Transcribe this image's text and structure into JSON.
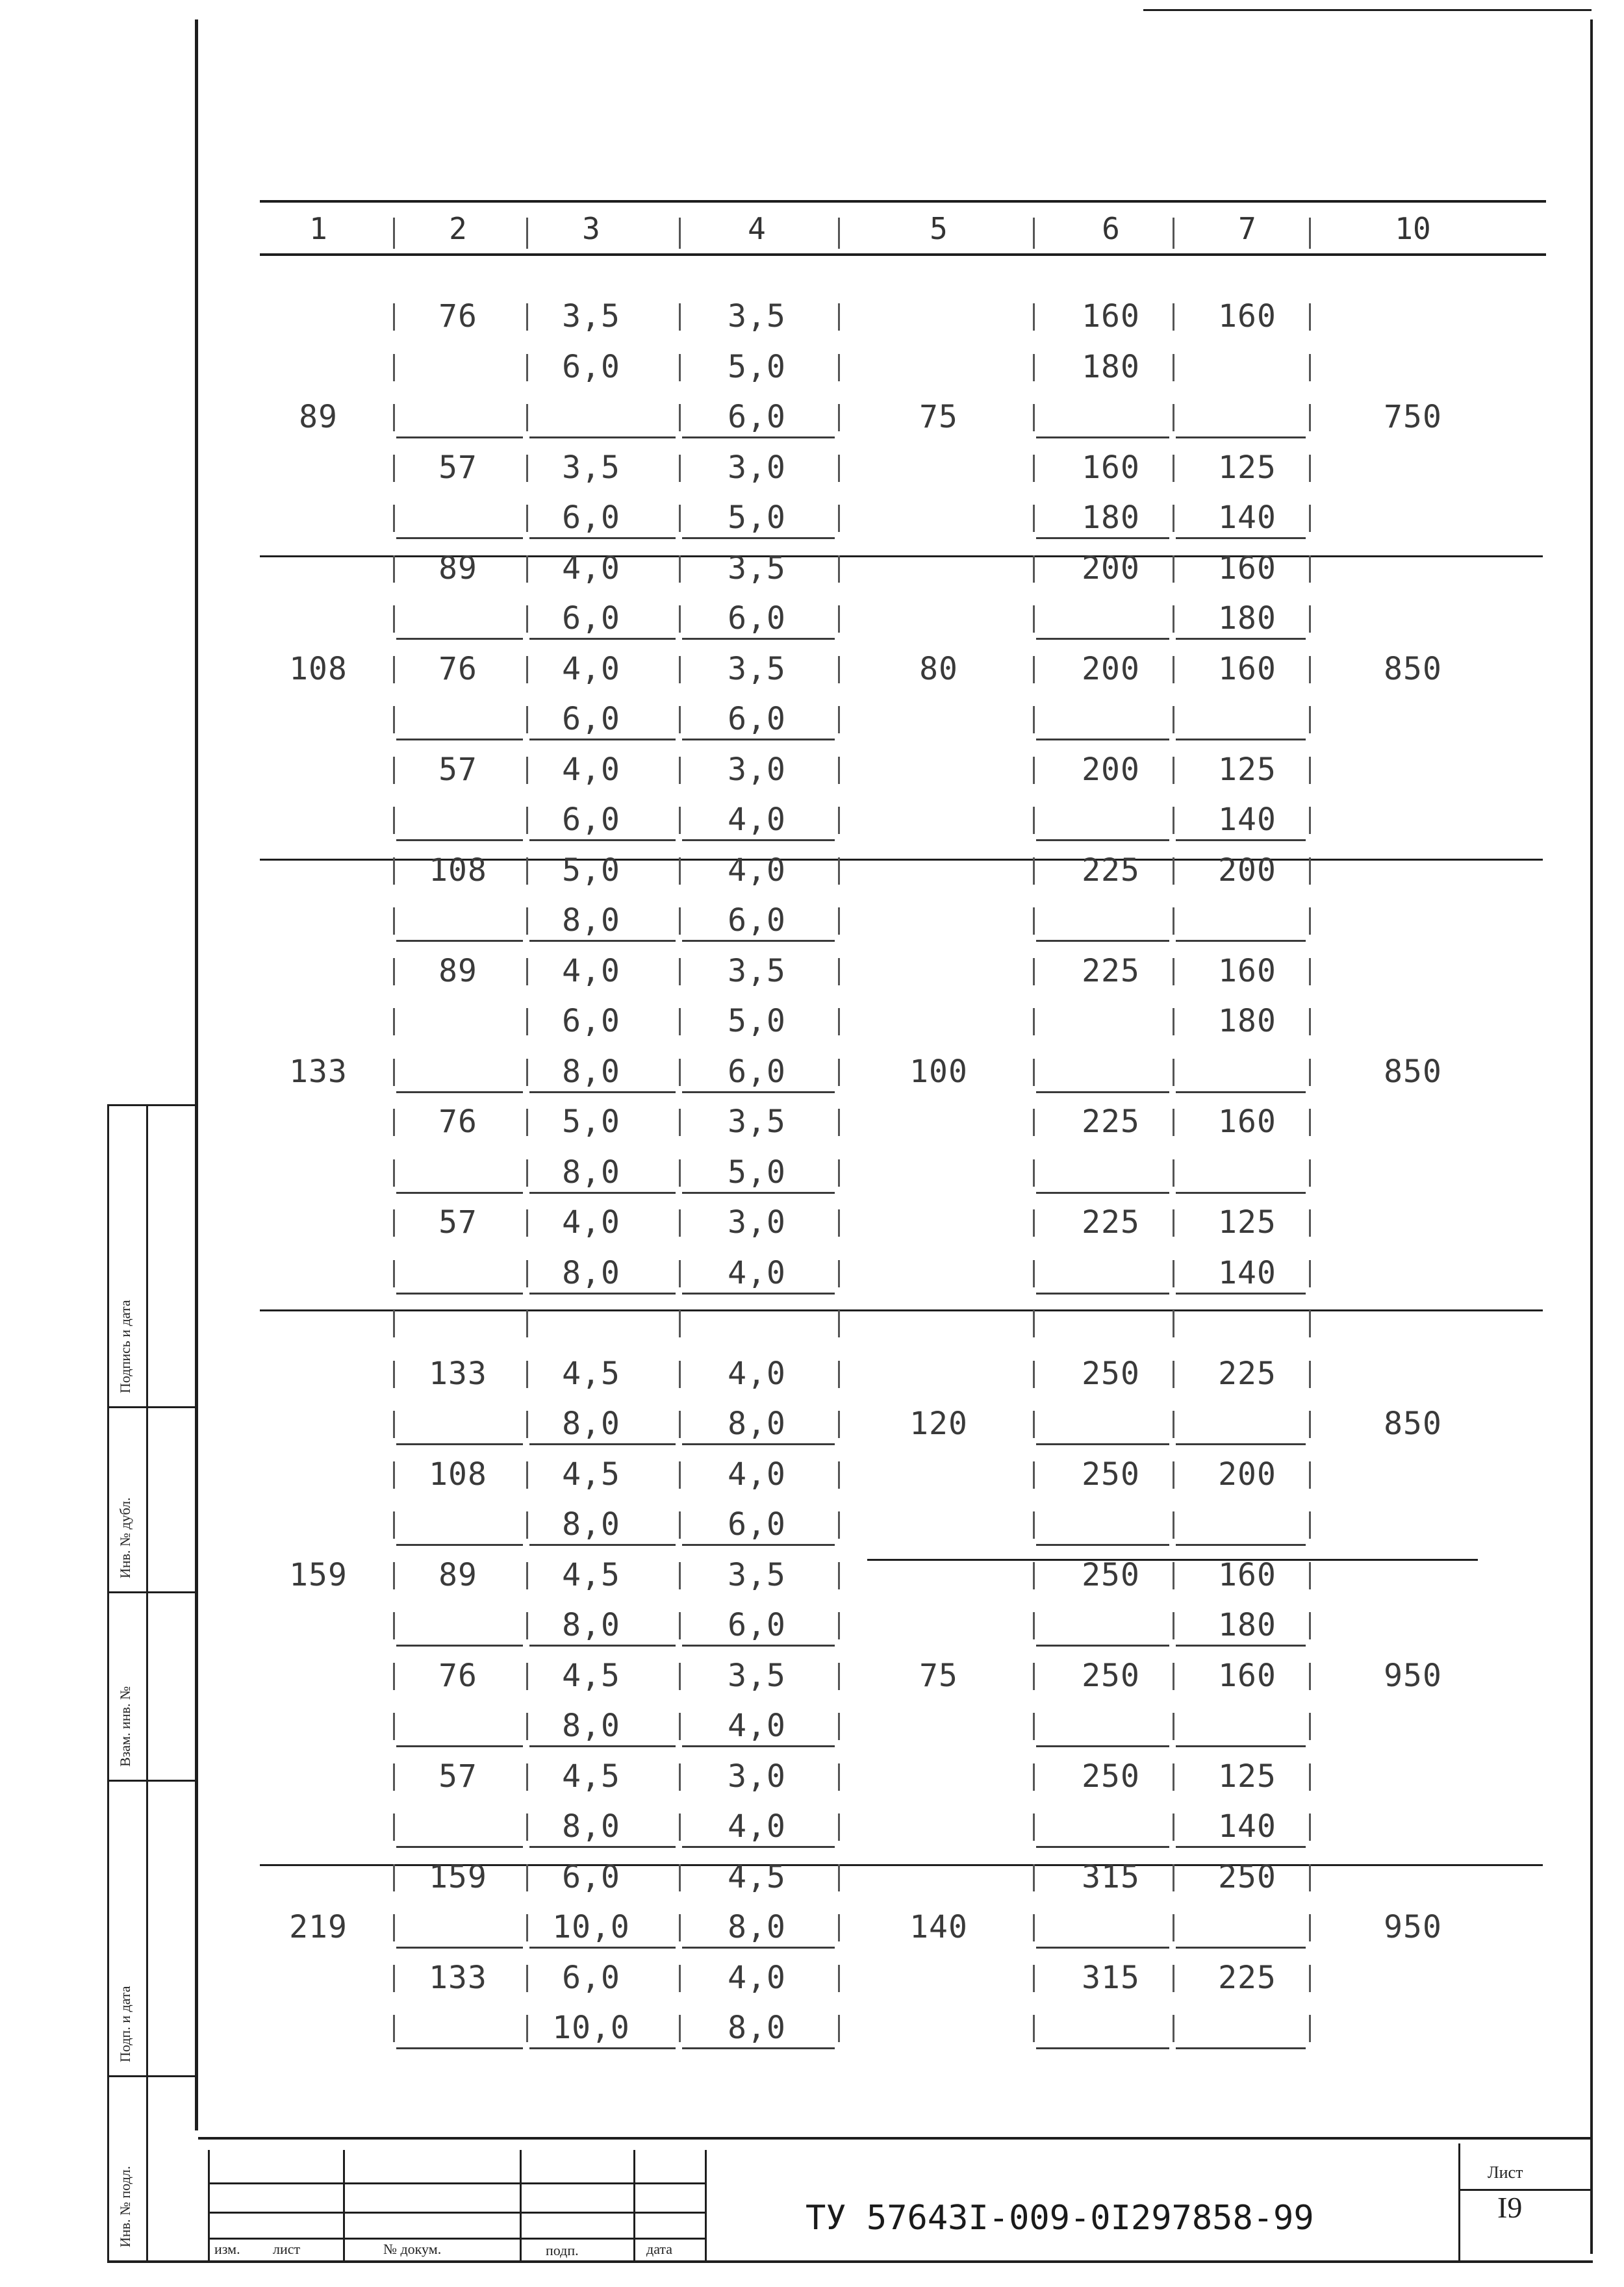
{
  "headers": [
    "1",
    "2",
    "3",
    "4",
    "5",
    "6",
    "7",
    "10"
  ],
  "rows": [
    {
      "c1": "",
      "c2": "76",
      "c3": "3,5",
      "c4": "3,5",
      "c5": "",
      "c6": "160",
      "c7": "160",
      "c10": ""
    },
    {
      "c1": "",
      "c2": "",
      "c3": "6,0",
      "c4": "5,0",
      "c5": "",
      "c6": "180",
      "c7": "",
      "c10": ""
    },
    {
      "c1": "89",
      "c2": "",
      "c3": "",
      "c4": "6,0",
      "c5": "75",
      "c6": "",
      "c7": "",
      "c10": "750"
    },
    {
      "c1": "",
      "c2": "57",
      "c3": "3,5",
      "c4": "3,0",
      "c5": "",
      "c6": "160",
      "c7": "125",
      "c10": ""
    },
    {
      "c1": "",
      "c2": "",
      "c3": "6,0",
      "c4": "5,0",
      "c5": "",
      "c6": "180",
      "c7": "140",
      "c10": ""
    },
    {
      "c1": "",
      "c2": "89",
      "c3": "4,0",
      "c4": "3,5",
      "c5": "",
      "c6": "200",
      "c7": "160",
      "c10": ""
    },
    {
      "c1": "",
      "c2": "",
      "c3": "6,0",
      "c4": "6,0",
      "c5": "",
      "c6": "",
      "c7": "180",
      "c10": ""
    },
    {
      "c1": "108",
      "c2": "76",
      "c3": "4,0",
      "c4": "3,5",
      "c5": "80",
      "c6": "200",
      "c7": "160",
      "c10": "850"
    },
    {
      "c1": "",
      "c2": "",
      "c3": "6,0",
      "c4": "6,0",
      "c5": "",
      "c6": "",
      "c7": "",
      "c10": ""
    },
    {
      "c1": "",
      "c2": "57",
      "c3": "4,0",
      "c4": "3,0",
      "c5": "",
      "c6": "200",
      "c7": "125",
      "c10": ""
    },
    {
      "c1": "",
      "c2": "",
      "c3": "6,0",
      "c4": "4,0",
      "c5": "",
      "c6": "",
      "c7": "140",
      "c10": ""
    },
    {
      "c1": "",
      "c2": "108",
      "c3": "5,0",
      "c4": "4,0",
      "c5": "",
      "c6": "225",
      "c7": "200",
      "c10": ""
    },
    {
      "c1": "",
      "c2": "",
      "c3": "8,0",
      "c4": "6,0",
      "c5": "",
      "c6": "",
      "c7": "",
      "c10": ""
    },
    {
      "c1": "",
      "c2": "89",
      "c3": "4,0",
      "c4": "3,5",
      "c5": "",
      "c6": "225",
      "c7": "160",
      "c10": ""
    },
    {
      "c1": "",
      "c2": "",
      "c3": "6,0",
      "c4": "5,0",
      "c5": "",
      "c6": "",
      "c7": "180",
      "c10": ""
    },
    {
      "c1": "133",
      "c2": "",
      "c3": "8,0",
      "c4": "6,0",
      "c5": "100",
      "c6": "",
      "c7": "",
      "c10": "850"
    },
    {
      "c1": "",
      "c2": "76",
      "c3": "5,0",
      "c4": "3,5",
      "c5": "",
      "c6": "225",
      "c7": "160",
      "c10": ""
    },
    {
      "c1": "",
      "c2": "",
      "c3": "8,0",
      "c4": "5,0",
      "c5": "",
      "c6": "",
      "c7": "",
      "c10": ""
    },
    {
      "c1": "",
      "c2": "57",
      "c3": "4,0",
      "c4": "3,0",
      "c5": "",
      "c6": "225",
      "c7": "125",
      "c10": ""
    },
    {
      "c1": "",
      "c2": "",
      "c3": "8,0",
      "c4": "4,0",
      "c5": "",
      "c6": "",
      "c7": "140",
      "c10": ""
    },
    {
      "c1": "",
      "c2": "",
      "c3": "",
      "c4": "",
      "c5": "",
      "c6": "",
      "c7": "",
      "c10": ""
    },
    {
      "c1": "",
      "c2": "133",
      "c3": "4,5",
      "c4": "4,0",
      "c5": "",
      "c6": "250",
      "c7": "225",
      "c10": ""
    },
    {
      "c1": "",
      "c2": "",
      "c3": "8,0",
      "c4": "8,0",
      "c5": "120",
      "c6": "",
      "c7": "",
      "c10": "850"
    },
    {
      "c1": "",
      "c2": "108",
      "c3": "4,5",
      "c4": "4,0",
      "c5": "",
      "c6": "250",
      "c7": "200",
      "c10": ""
    },
    {
      "c1": "",
      "c2": "",
      "c3": "8,0",
      "c4": "6,0",
      "c5": "",
      "c6": "",
      "c7": "",
      "c10": ""
    },
    {
      "c1": "159",
      "c2": "89",
      "c3": "4,5",
      "c4": "3,5",
      "c5": "",
      "c6": "250",
      "c7": "160",
      "c10": ""
    },
    {
      "c1": "",
      "c2": "",
      "c3": "8,0",
      "c4": "6,0",
      "c5": "",
      "c6": "",
      "c7": "180",
      "c10": ""
    },
    {
      "c1": "",
      "c2": "76",
      "c3": "4,5",
      "c4": "3,5",
      "c5": "75",
      "c6": "250",
      "c7": "160",
      "c10": "950"
    },
    {
      "c1": "",
      "c2": "",
      "c3": "8,0",
      "c4": "4,0",
      "c5": "",
      "c6": "",
      "c7": "",
      "c10": ""
    },
    {
      "c1": "",
      "c2": "57",
      "c3": "4,5",
      "c4": "3,0",
      "c5": "",
      "c6": "250",
      "c7": "125",
      "c10": ""
    },
    {
      "c1": "",
      "c2": "",
      "c3": "8,0",
      "c4": "4,0",
      "c5": "",
      "c6": "",
      "c7": "140",
      "c10": ""
    },
    {
      "c1": "",
      "c2": "159",
      "c3": "6,0",
      "c4": "4,5",
      "c5": "",
      "c6": "315",
      "c7": "250",
      "c10": ""
    },
    {
      "c1": "219",
      "c2": "",
      "c3": "10,0",
      "c4": "8,0",
      "c5": "140",
      "c6": "",
      "c7": "",
      "c10": "950"
    },
    {
      "c1": "",
      "c2": "133",
      "c3": "6,0",
      "c4": "4,0",
      "c5": "",
      "c6": "315",
      "c7": "225",
      "c10": ""
    },
    {
      "c1": "",
      "c2": "",
      "c3": "10,0",
      "c4": "8,0",
      "c5": "",
      "c6": "",
      "c7": "",
      "c10": ""
    }
  ],
  "side_labels": [
    "Инв. № подл.",
    "Подп. и дата",
    "Взам. инв. №",
    "Инв. № дубл.",
    "Подпись и дата"
  ],
  "stamp_labels": [
    "изм.",
    "лист",
    "№ докум.",
    "подп.",
    "дата"
  ],
  "doc_code": "ТУ 57643I-009-0I297858-99",
  "sheet": {
    "label": "Лист",
    "number": "I9"
  }
}
